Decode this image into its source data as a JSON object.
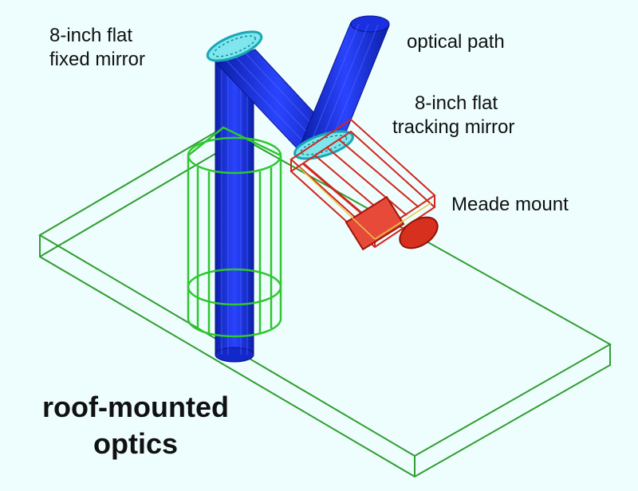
{
  "labels": {
    "fixed_mirror_line1": "8-inch flat",
    "fixed_mirror_line2": "fixed mirror",
    "optical_path": "optical path",
    "tracking_mirror_line1": "8-inch flat",
    "tracking_mirror_line2": "tracking mirror",
    "meade_mount": "Meade mount",
    "title_line1": "roof-mounted",
    "title_line2": "optics"
  },
  "colors": {
    "background": "#eefdfd",
    "roof_platform": "#2f9e2f",
    "optical_beam": "#1a2fd6",
    "mirror": "#39c9d6",
    "meade_mount": "#d0261a",
    "support_cylinder": "#2ec72e"
  }
}
